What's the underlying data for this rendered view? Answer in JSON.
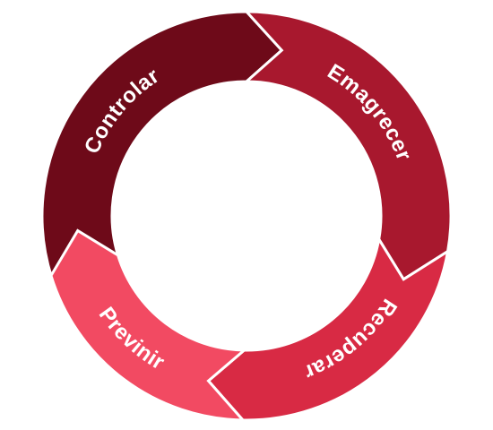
{
  "cycle": {
    "segments": [
      {
        "label": "Controlar",
        "color": "#6e0a19"
      },
      {
        "label": "Emagrecer",
        "color": "#a8182e"
      },
      {
        "label": "Recuperar",
        "color": "#d82a44"
      },
      {
        "label": "Previnir",
        "color": "#f24a62"
      }
    ]
  }
}
